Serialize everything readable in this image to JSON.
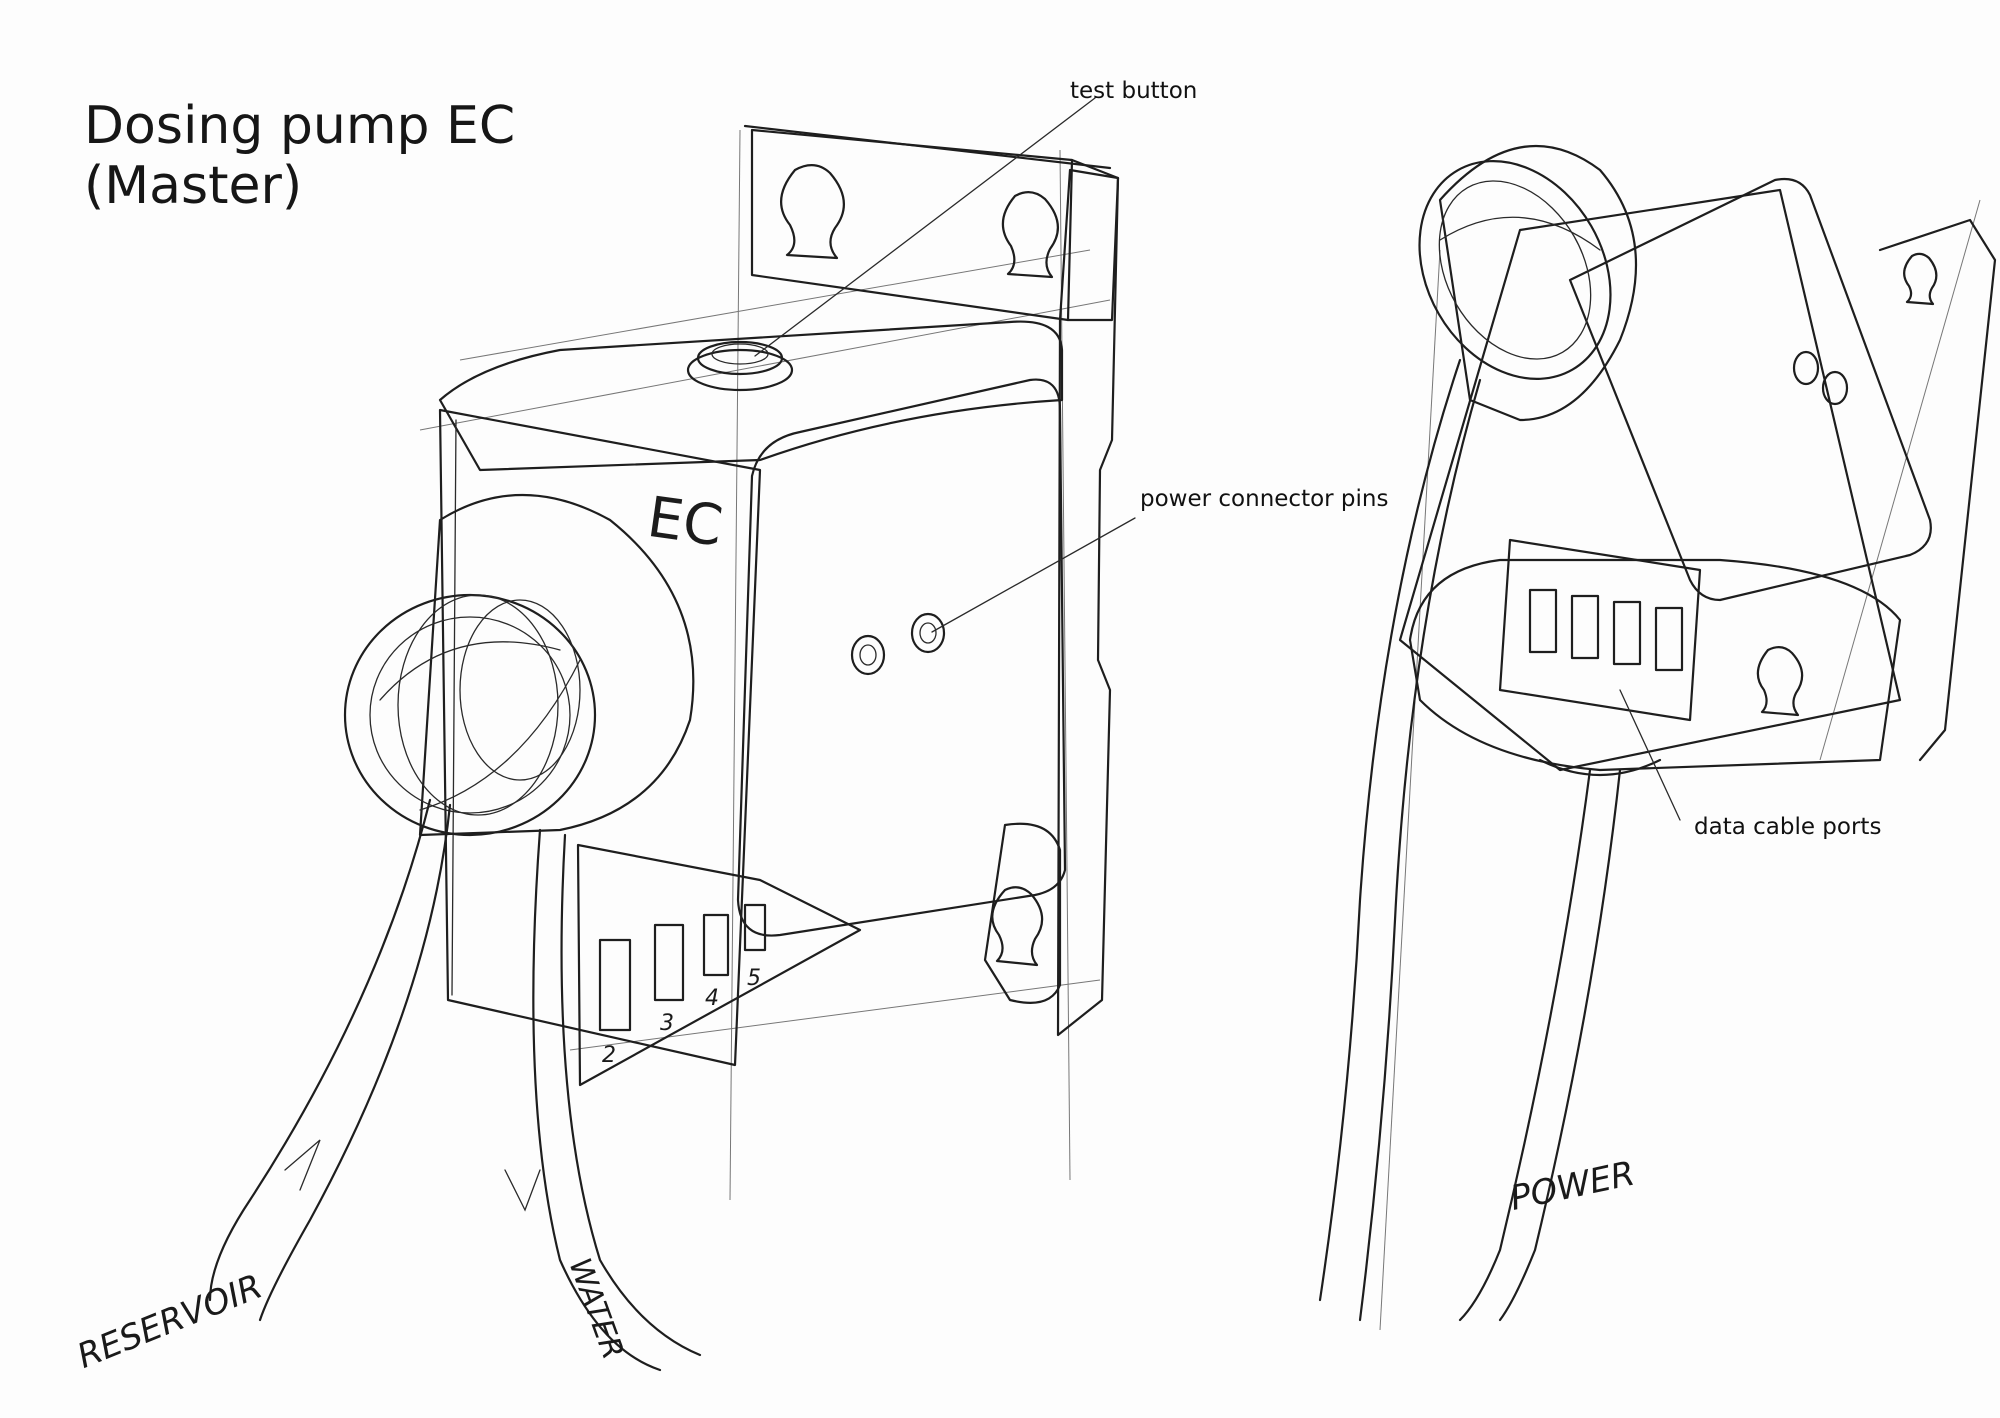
{
  "title": {
    "line1": "Dosing pump EC",
    "line2": "(Master)"
  },
  "callouts": {
    "test_button": "test button",
    "power_connector_pins": "power connector pins",
    "data_cable_ports": "data cable ports"
  },
  "housing_label": "EC",
  "port_numbers": [
    "2",
    "3",
    "4",
    "5"
  ],
  "hand_labels": {
    "reservoir": "RESERVOIR",
    "water": "WATER",
    "power": "POWER"
  },
  "colors": {
    "ink": "#1e1e1e",
    "shade": "#c9c9c9",
    "paper": "#fdfdfd"
  }
}
